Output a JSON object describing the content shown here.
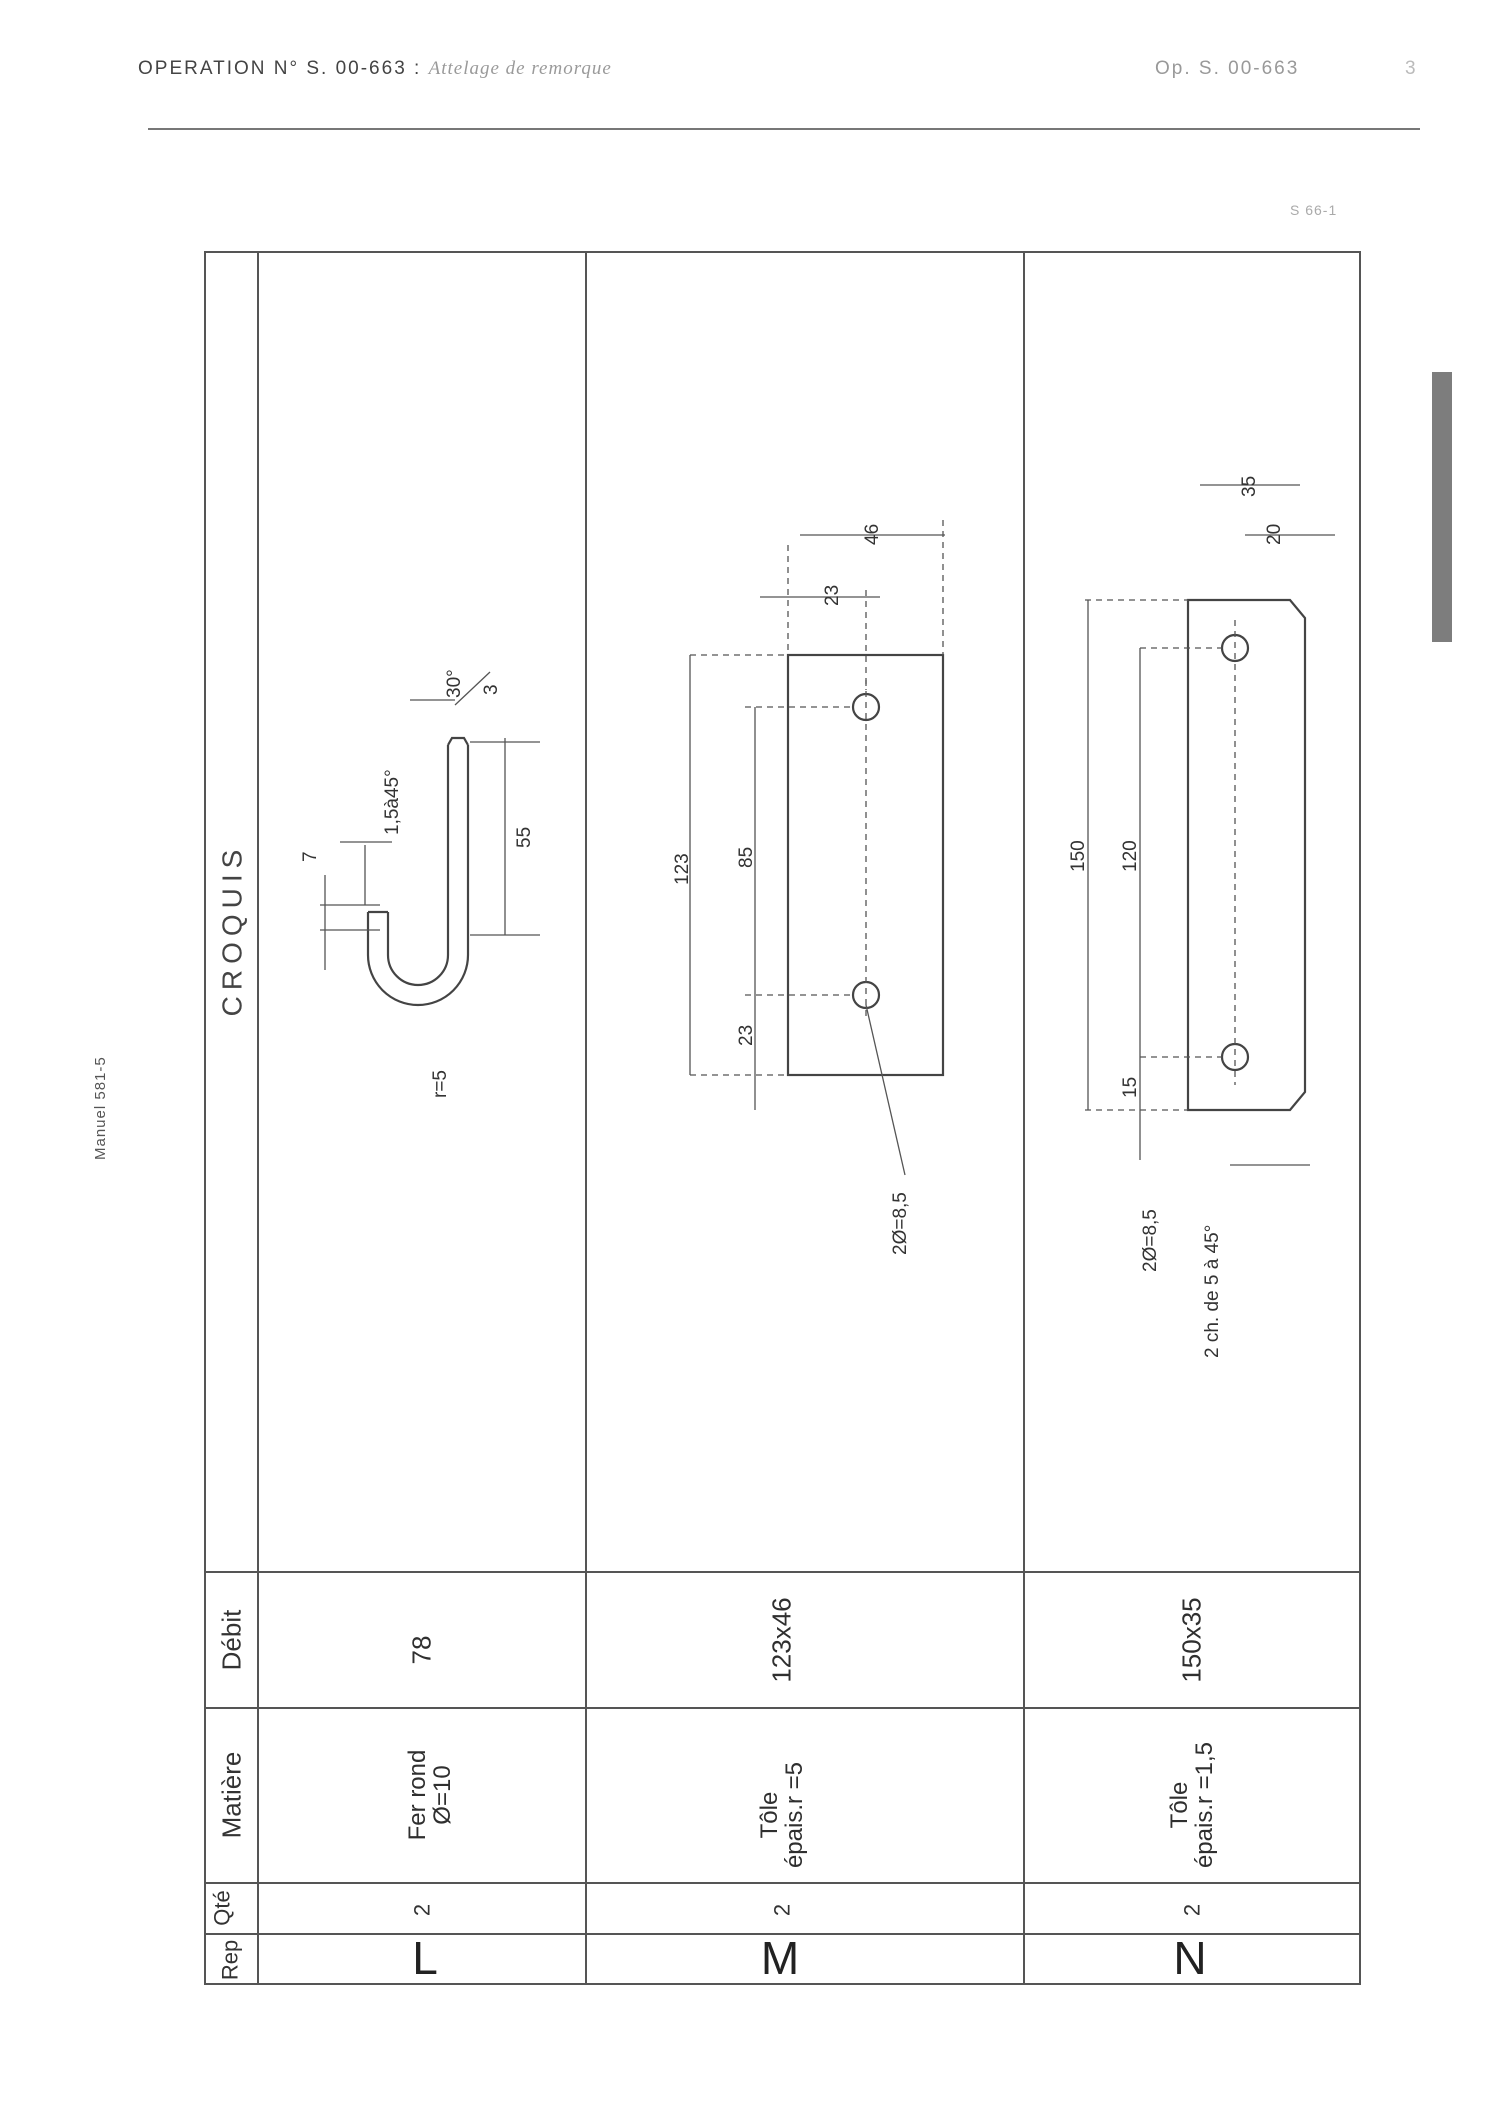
{
  "header": {
    "operation": "OPERATION N° S. 00-663 :",
    "operation_desc": "Attelage de remorque",
    "ref_right": "Op. S. 00-663",
    "page_number": "3",
    "corner_note": "S 66-1"
  },
  "side_note": "Manuel 581-5",
  "table": {
    "headers": {
      "rep": "Rep",
      "qte": "Qté",
      "matiere": "Matière",
      "debit": "Débit",
      "croquis": "CROQUIS"
    },
    "rows": [
      {
        "rep": "L",
        "qte": "2",
        "matiere_1": "Fer rond",
        "matiere_2": "Ø=10",
        "debit": "78"
      },
      {
        "rep": "M",
        "qte": "2",
        "matiere_1": "Tôle",
        "matiere_2": "épais.r =5",
        "debit": "123x46"
      },
      {
        "rep": "N",
        "qte": "2",
        "matiere_1": "Tôle",
        "matiere_2": "épais.r =1,5",
        "debit": "150x35"
      }
    ]
  },
  "sketch_L": {
    "dims": [
      "7",
      "1,5à45°",
      "30°",
      "3",
      "55",
      "r=5"
    ]
  },
  "sketch_M": {
    "dims": [
      "23",
      "46",
      "123",
      "85",
      "23",
      "2Ø=8,5"
    ]
  },
  "sketch_N": {
    "dims": [
      "35",
      "20",
      "150",
      "120",
      "15",
      "2Ø=8,5",
      "2 ch. de 5 à 45°"
    ]
  }
}
